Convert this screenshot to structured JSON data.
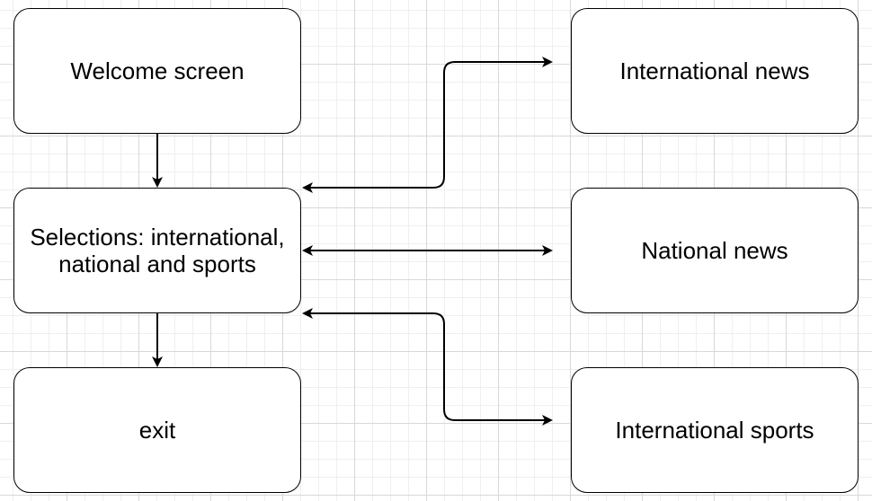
{
  "diagram": {
    "nodes": {
      "welcome": "Welcome screen",
      "selections": "Selections: international, national and sports",
      "exit": "exit",
      "international_news": "International news",
      "national_news": "National news",
      "international_sports": "International sports"
    },
    "edges": [
      {
        "from": "welcome",
        "to": "selections",
        "direction": "forward"
      },
      {
        "from": "selections",
        "to": "exit",
        "direction": "forward"
      },
      {
        "from": "selections",
        "to": "international_news",
        "direction": "both"
      },
      {
        "from": "selections",
        "to": "national_news",
        "direction": "both"
      },
      {
        "from": "selections",
        "to": "international_sports",
        "direction": "both"
      }
    ],
    "colors": {
      "stroke": "#000000",
      "node_fill": "#ffffff",
      "grid": "#d8d8d8"
    }
  }
}
